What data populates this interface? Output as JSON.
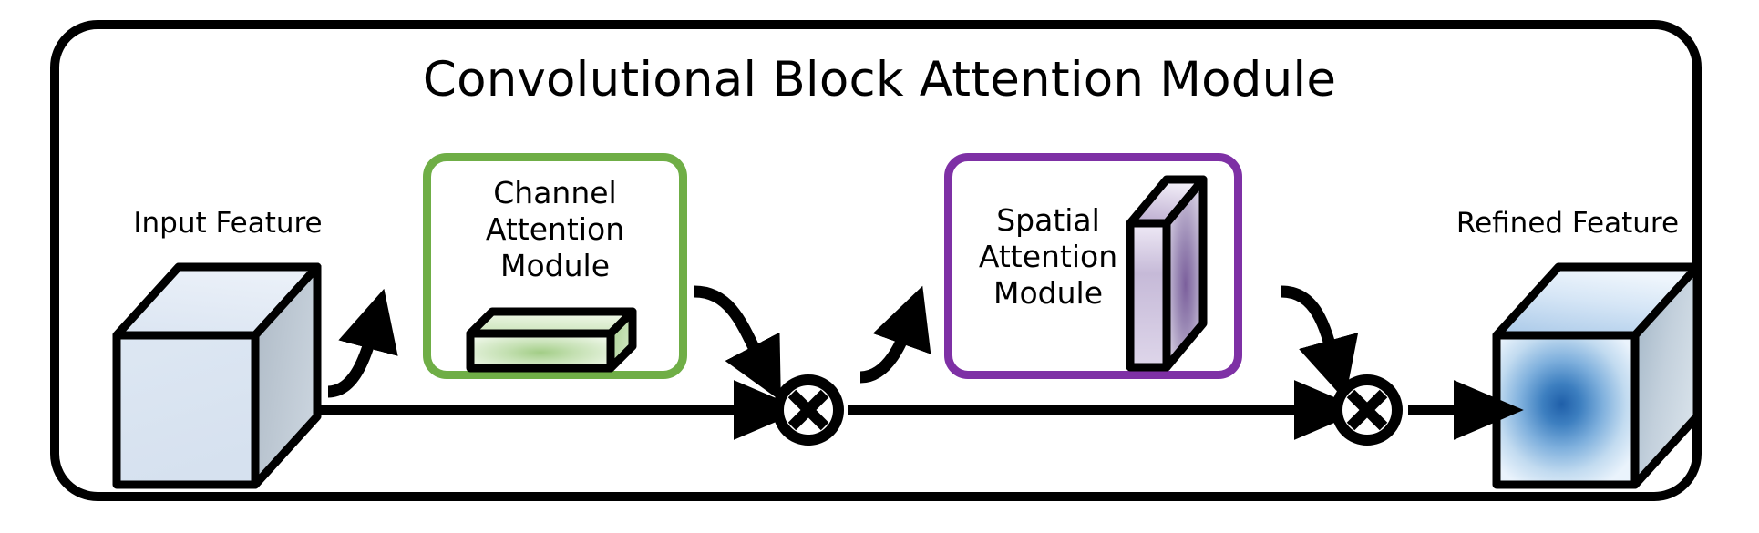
{
  "diagram": {
    "title": "Convolutional Block Attention Module",
    "frame_border_color": "#000000",
    "background": "#ffffff"
  },
  "nodes": {
    "input_feature": {
      "label": "Input Feature",
      "shape": "3d-cube",
      "fill": "#dce6f2",
      "side_fill": "#b7c3ce",
      "top_fill": "#e4ebf5"
    },
    "channel_attention": {
      "label_lines": [
        "Channel",
        "Attention",
        "Module"
      ],
      "border_color": "#6FAE46",
      "icon": "green-3d-bar",
      "icon_fill_center": "#a9d18e",
      "icon_fill_edge": "#eaf4e2"
    },
    "spatial_attention": {
      "label_lines": [
        "Spatial",
        "Attention",
        "Module"
      ],
      "border_color": "#7E30A5",
      "icon": "purple-3d-slab",
      "icon_fill_center": "#8a6aa8",
      "icon_fill_edge": "#ddd5e8"
    },
    "refined_feature": {
      "label": "Refined Feature",
      "shape": "3d-cube",
      "fill_center": "#2b6cb8",
      "fill_edge": "#e8f1fb",
      "side_fill": "#b9c6d2",
      "top_fill": "#cfe0f2"
    }
  },
  "operators": [
    {
      "name": "elementwise-multiply-1",
      "symbol": "⊗"
    },
    {
      "name": "elementwise-multiply-2",
      "symbol": "⊗"
    }
  ],
  "edges": [
    {
      "from": "input_feature",
      "to": "channel_attention",
      "style": "curved-arrow"
    },
    {
      "from": "channel_attention",
      "to": "multiply-1",
      "style": "curved-arrow"
    },
    {
      "from": "input_feature",
      "to": "multiply-1",
      "style": "straight-arrow"
    },
    {
      "from": "multiply-1",
      "to": "spatial_attention",
      "style": "curved-arrow"
    },
    {
      "from": "multiply-1",
      "to": "multiply-2",
      "style": "straight-arrow"
    },
    {
      "from": "spatial_attention",
      "to": "multiply-2",
      "style": "curved-arrow"
    },
    {
      "from": "multiply-2",
      "to": "refined_feature",
      "style": "straight-arrow"
    }
  ]
}
